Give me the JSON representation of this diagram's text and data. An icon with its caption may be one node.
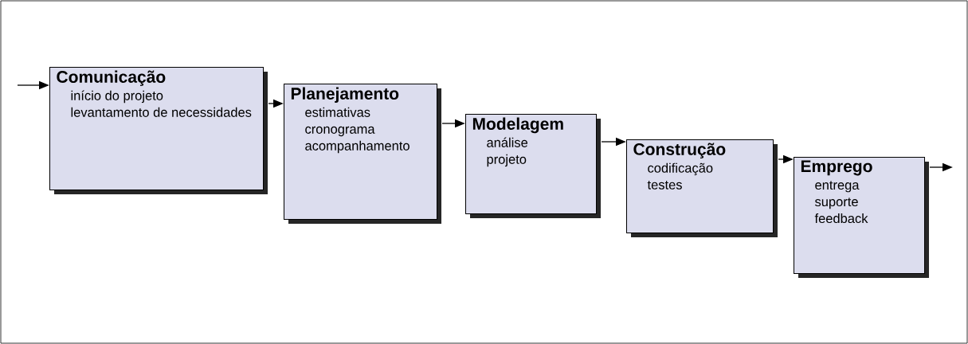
{
  "diagram": {
    "nodes": [
      {
        "text": [
          "Comunicação",
          "início do projeto",
          "levantamento de necessidades"
        ]
      },
      {
        "text": [
          "Planejamento",
          "estimativas",
          "cronograma",
          "acompanhamento"
        ]
      },
      {
        "text": [
          "Modelagem",
          "análise",
          "projeto"
        ]
      },
      {
        "text": [
          "Construção",
          "codificação",
          "testes"
        ]
      },
      {
        "text": [
          "Emprego",
          "entrega",
          "suporte",
          "feedback"
        ]
      }
    ],
    "edges": [
      {
        "from": null,
        "to": 0,
        "arrow": "to"
      },
      {
        "from": 0,
        "to": 1,
        "arrow": "to"
      },
      {
        "from": 1,
        "to": 2,
        "arrow": "to"
      },
      {
        "from": 2,
        "to": 3,
        "arrow": "to"
      },
      {
        "from": 3,
        "to": 4,
        "arrow": "to"
      },
      {
        "from": 4,
        "to": null,
        "arrow": "to"
      }
    ]
  }
}
